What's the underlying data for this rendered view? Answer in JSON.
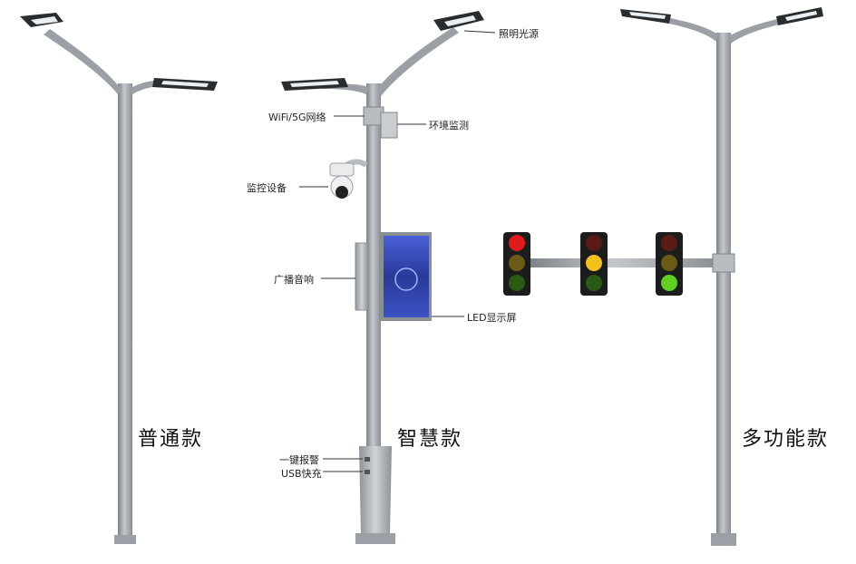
{
  "labels": {
    "lighting": "照明光源",
    "wifi": "WiFi/5G网络",
    "environment": "环境监测",
    "monitor": "监控设备",
    "broadcast": "广播音响",
    "led_screen": "LED显示屏",
    "alarm": "一键报警",
    "usb": "USB快充"
  },
  "captions": {
    "regular": "普通款",
    "smart": "智慧款",
    "multifunction": "多功能款"
  },
  "colors": {
    "pole": "#a9aeb3",
    "pole_shade": "#7d8287",
    "lamp_head": "#2a2d30",
    "screen": "#2e3d9c",
    "light_red": "#e01b1b",
    "light_yellow": "#f2c21b",
    "light_green": "#5fd11e",
    "light_off": "#5a1a16"
  }
}
